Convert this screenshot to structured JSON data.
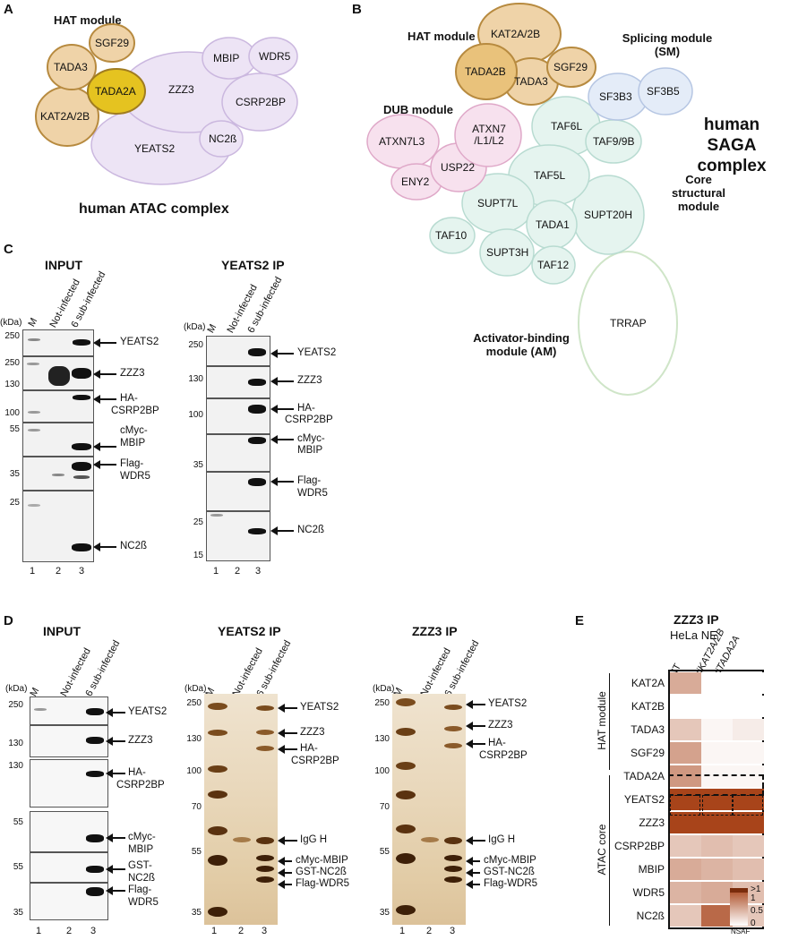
{
  "panelA": {
    "letter": "A",
    "module_label": "HAT module",
    "nodes": {
      "sgf29": "SGF29",
      "tada3": "TADA3",
      "tada2a": "TADA2A",
      "kat2ab": "KAT2A/2B",
      "zzz3": "ZZZ3",
      "mbip": "MBIP",
      "wdr5": "WDR5",
      "csrp2bp": "CSRP2BP",
      "yeats2": "YEATS2",
      "nc2b": "NC2ß"
    },
    "title": "human ATAC complex"
  },
  "panelB": {
    "letter": "B",
    "hat_label": "HAT module",
    "splicing_label_1": "Splicing module",
    "splicing_label_2": "(SM)",
    "dub_label": "DUB module",
    "core_label_1": "Core structural",
    "core_label_2": "module",
    "am_label_1": "Activator-binding",
    "am_label_2": "module (AM)",
    "title_1": "human",
    "title_2": "SAGA complex",
    "nodes": {
      "kat2ab": "KAT2A/2B",
      "tada2b": "TADA2B",
      "tada3": "TADA3",
      "sgf29": "SGF29",
      "sf3b3": "SF3B3",
      "sf3b5": "SF3B5",
      "atxn7l3": "ATXN7L3",
      "atxn7_1": "ATXN7",
      "atxn7_2": "/L1/L2",
      "usp22": "USP22",
      "eny2": "ENY2",
      "taf6l": "TAF6L",
      "taf99b": "TAF9/9B",
      "taf5l": "TAF5L",
      "supt7l": "SUPT7L",
      "tada1": "TADA1",
      "supt20h": "SUPT20H",
      "taf10": "TAF10",
      "supt3h": "SUPT3H",
      "taf12": "TAF12",
      "trrap": "TRRAP"
    }
  },
  "panelC": {
    "letter": "C",
    "input_title": "INPUT",
    "ip_title": "YEATS2 IP",
    "kda": "(kDa)",
    "lane_headers": [
      "M",
      "Not-infected",
      "6 sub-infected"
    ],
    "lane_numbers": [
      "1",
      "2",
      "3"
    ],
    "input_markers": [
      "250",
      "250",
      "130",
      "100",
      "55",
      "35",
      "25"
    ],
    "ip_markers": [
      "250",
      "130",
      "100",
      "35",
      "25",
      "15"
    ],
    "labels": {
      "yeats2": "YEATS2",
      "zzz3": "ZZZ3",
      "ha": "HA-",
      "csrp2bp": "CSRP2BP",
      "cmyc": "cMyc-",
      "mbip": "MBIP",
      "flag": "Flag-",
      "wdr5": "WDR5",
      "nc2b": "NC2ß"
    }
  },
  "panelD": {
    "letter": "D",
    "input_title": "INPUT",
    "yeats_title": "YEATS2 IP",
    "zzz_title": "ZZZ3 IP",
    "kda": "(kDa)",
    "lane_headers": [
      "M",
      "Not-infected",
      "6 sub-infected"
    ],
    "lane_numbers": [
      "1",
      "2",
      "3"
    ],
    "input_markers": [
      "250",
      "130",
      "130",
      "55",
      "55",
      "35"
    ],
    "gel_markers": [
      "250",
      "130",
      "100",
      "70",
      "55",
      "35"
    ],
    "labels": {
      "yeats2": "YEATS2",
      "zzz3": "ZZZ3",
      "ha": "HA-",
      "csrp2bp": "CSRP2BP",
      "cmyc": "cMyc-",
      "mbip": "MBIP",
      "gst": "GST-",
      "nc2b": "NC2ß",
      "flag": "Flag-",
      "wdr5": "WDR5",
      "igg": "IgG H",
      "cmyc_mbip": "cMyc-MBIP",
      "gst_nc2b": "GST-NC2ß",
      "flag_wdr5": "Flag-WDR5"
    }
  },
  "panelE": {
    "letter": "E",
    "title": "ZZZ3 IP",
    "subtitle": "HeLa NE",
    "columns": [
      "NT",
      "siKAT2A/2B",
      "siTADA2A"
    ],
    "rows": [
      "KAT2A",
      "KAT2B",
      "TADA3",
      "SGF29",
      "TADA2A",
      "YEATS2",
      "ZZZ3",
      "CSRP2BP",
      "MBIP",
      "WDR5",
      "NC2ß"
    ],
    "group_hat": "HAT module",
    "group_atac": "ATAC core",
    "legend_max": ">1",
    "legend_1": "1",
    "legend_05": "0.5",
    "legend_0": "0",
    "legend_title": "NSAF",
    "colors": {
      "low": "#ffffff",
      "high": "#a8441a"
    },
    "values": [
      [
        0.45,
        0.0,
        0.0
      ],
      [
        0.0,
        0.0,
        0.0
      ],
      [
        0.3,
        0.05,
        0.1
      ],
      [
        0.5,
        0.05,
        0.05
      ],
      [
        0.55,
        0.05,
        0.05
      ],
      [
        1.0,
        1.0,
        1.0
      ],
      [
        1.0,
        1.0,
        1.0
      ],
      [
        0.3,
        0.35,
        0.3
      ],
      [
        0.45,
        0.4,
        0.35
      ],
      [
        0.4,
        0.45,
        0.35
      ],
      [
        0.3,
        0.8,
        0.3
      ]
    ]
  }
}
